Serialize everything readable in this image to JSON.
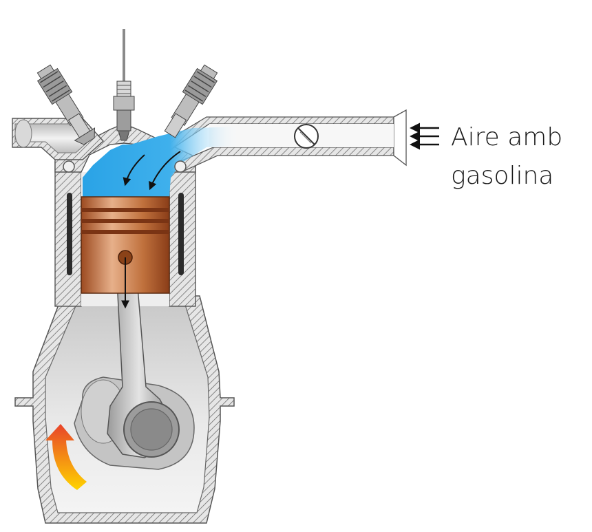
{
  "diagram": {
    "label": {
      "line1": "Aire amb",
      "line2": "gasolina"
    },
    "colors": {
      "intake_charge": "#2aa3e6",
      "piston": "#b8622e",
      "metal": "#cfcfcf",
      "hatch": "#7a7a7a",
      "rotation_arrow_start": "#ffd400",
      "rotation_arrow_end": "#e8432a"
    },
    "icons": [
      "intake-valve",
      "exhaust-valve",
      "spark-plug",
      "throttle-valve",
      "piston",
      "connecting-rod",
      "crankshaft",
      "rotation-arrow",
      "inflow-arrows"
    ]
  }
}
